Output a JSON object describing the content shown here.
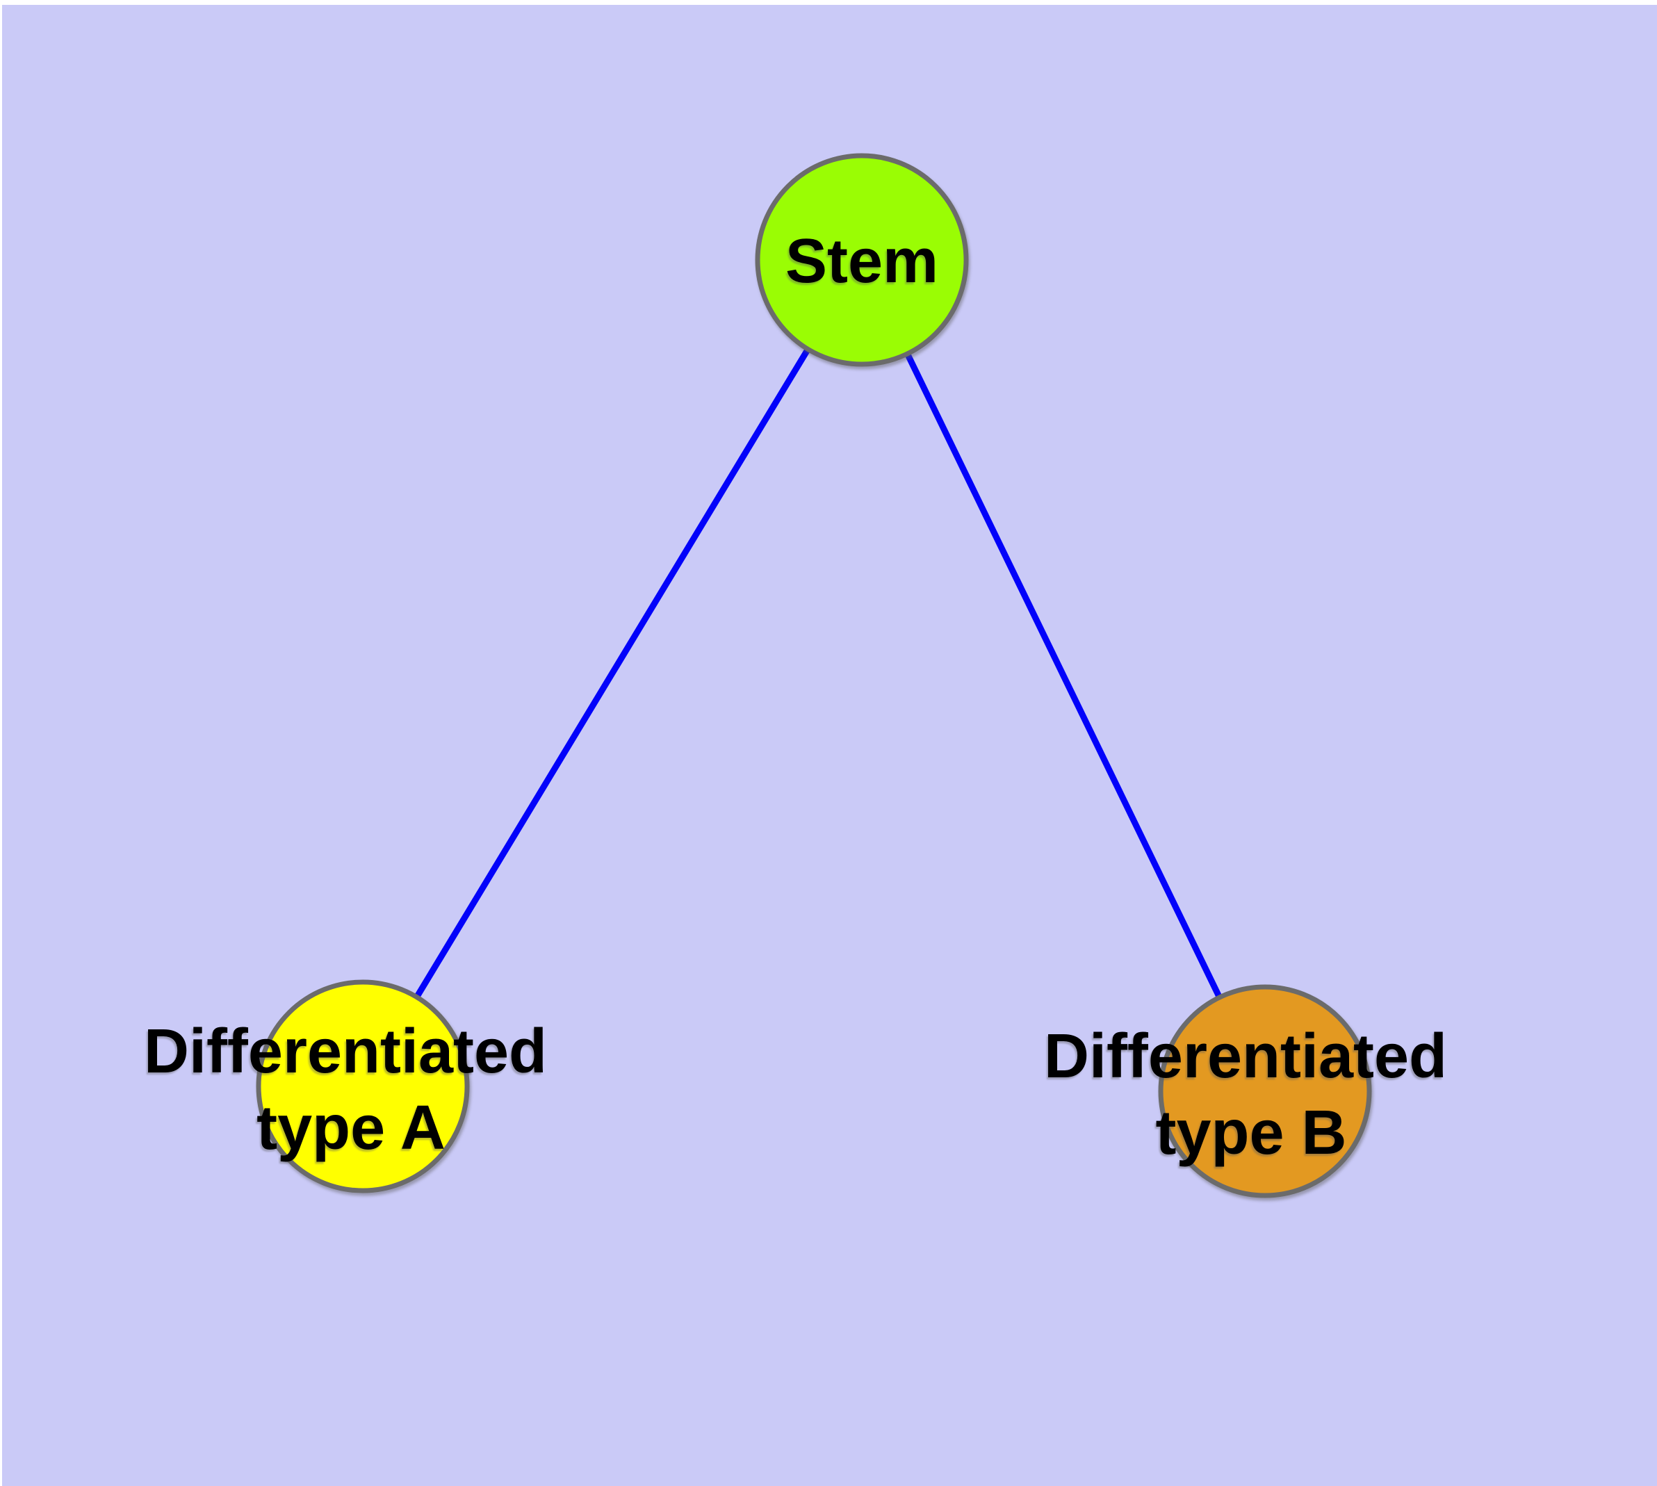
{
  "canvas": {
    "background_color": "#CACAF7",
    "margin_color": "#FFFFFF"
  },
  "edges": {
    "color": "#0202FA",
    "width": "9",
    "items": [
      {
        "name": "stem-to-type-a",
        "from": "stem",
        "to": "type_a"
      },
      {
        "name": "stem-to-type-b",
        "from": "stem",
        "to": "type_b"
      }
    ]
  },
  "nodes": {
    "stem": {
      "label": "Stem",
      "fill": "#9AFD04",
      "border": "#6B6B6B",
      "border_width": "7"
    },
    "type_a": {
      "label": "Differentiated type A",
      "line1": "Differentiated",
      "line2": "type A",
      "fill": "#FFFF00",
      "border": "#6B6B6B",
      "border_width": "7"
    },
    "type_b": {
      "label": "Differentiated type B",
      "line1": "Differentiated",
      "line2": "type B",
      "fill": "#E39921",
      "border": "#6B6B6B",
      "border_width": "7"
    }
  }
}
